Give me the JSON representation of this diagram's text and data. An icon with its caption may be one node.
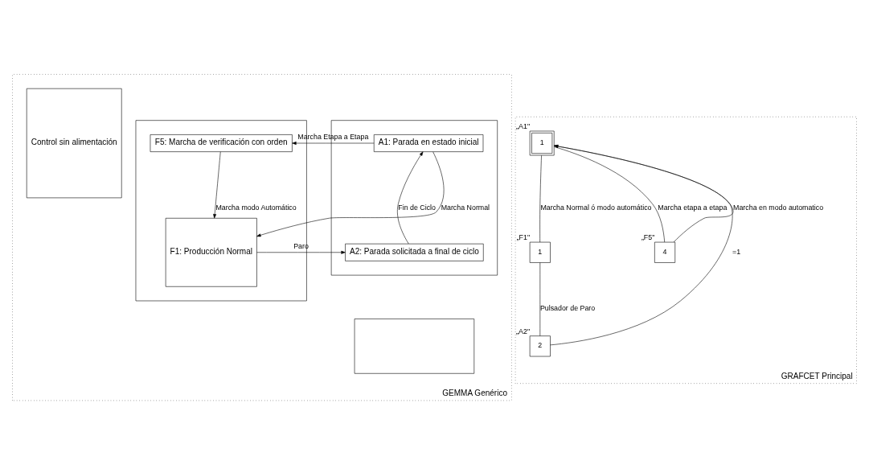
{
  "diagram": {
    "nodes": [
      {
        "text": [
          "GEMMA Genérico"
        ]
      },
      {
        "text": [
          "Control sin alimentación"
        ],
        "in": 0
      },
      {
        "text": [],
        "shape": "box",
        "in": 0
      },
      {
        "text": [
          "A1: Parada en estado inicial"
        ],
        "in": 2
      },
      {
        "text": [
          "A2: Parada solicitada a final de ciclo"
        ],
        "in": 2
      },
      {
        "text": [],
        "shape": "box",
        "in": 0
      },
      {
        "text": [],
        "shape": "box",
        "in": 0
      },
      {
        "text": [
          "F5: Marcha de verificación con orden"
        ],
        "in": 6
      },
      {
        "text": [
          "F1: Producción Normal"
        ],
        "in": 6
      },
      {
        "text": [
          "GRAFCET Principal"
        ]
      },
      {
        "text": [
          "1"
        ],
        "beside": [
          "„A1\""
        ],
        "in": 9
      },
      {
        "text": [
          "1"
        ],
        "beside": [
          "„F1\""
        ],
        "in": 9
      },
      {
        "text": [
          "2"
        ],
        "beside": [
          "„A2\""
        ],
        "in": 9
      },
      {
        "text": [
          "4"
        ],
        "beside": [
          "„F5\""
        ],
        "in": 9
      }
    ],
    "edges": [
      {
        "from": 3,
        "to": 7,
        "arrow": "to",
        "label": "Marcha Etapa a Etapa"
      },
      {
        "from": 3,
        "to": 8,
        "arrow": "to",
        "label": "Marcha Normal"
      },
      {
        "from": 7,
        "to": 8,
        "arrow": "to",
        "label": "Marcha modo Automático"
      },
      {
        "from": 8,
        "to": 4,
        "arrow": "to",
        "label": "Paro"
      },
      {
        "from": 4,
        "to": 3,
        "arrow": "to",
        "label": "Fin de Ciclo"
      },
      {
        "from": 10,
        "to": 11,
        "arrow": "none",
        "label": "Marcha Normal ó modo automático"
      },
      {
        "from": 10,
        "to": 13,
        "arrow": "none",
        "label": "Marcha etapa a etapa"
      },
      {
        "from": 11,
        "to": 12,
        "arrow": "none",
        "label": "Pulsador de Paro"
      },
      {
        "from": 12,
        "to": 10,
        "arrow": "to",
        "label": "=1"
      },
      {
        "from": 13,
        "to": 10,
        "arrow": "to",
        "label": "Marcha en modo automatico"
      }
    ]
  }
}
